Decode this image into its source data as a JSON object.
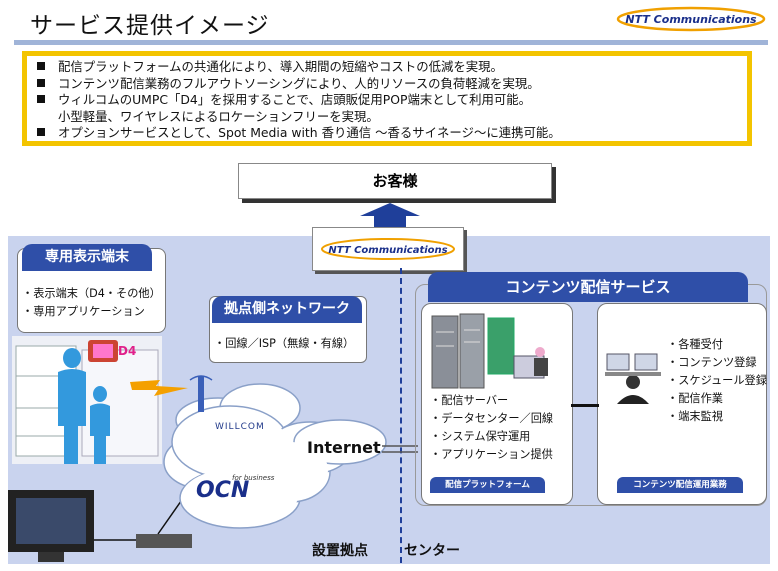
{
  "header": {
    "title": "サービス提供イメージ",
    "logo_text": "NTT Communications"
  },
  "summary": {
    "bullets": [
      "配信プラットフォームの共通化により、導入期間の短縮やコストの低減を実現。",
      "コンテンツ配信業務のフルアウトソーシングにより、人的リソースの負荷軽減を実現。",
      "ウィルコムのUMPC「D4」を採用することで、店頭販促用POP端末として利用可能。",
      "オプションサービスとして、Spot Media with 香り通信 ～香るサイネージ～に連携可能。"
    ],
    "continuation": "小型軽量、ワイヤレスによるロケーションフリーを実現。"
  },
  "customer": {
    "label": "お客様"
  },
  "provider": {
    "logo_text": "NTT Communications"
  },
  "display_terminal": {
    "title": "専用表示端末",
    "items": [
      "・表示端末（D4・その他）",
      "・専用アプリケーション"
    ],
    "device_label": "D4"
  },
  "site_network": {
    "title": "拠点側ネットワーク",
    "items": [
      "・回線／ISP（無線・有線）"
    ],
    "carrier_label": "WILLCOM",
    "isp_label": "OCN",
    "isp_sub": "for business",
    "internet_label": "Internet"
  },
  "content_service": {
    "title": "コンテンツ配信サービス",
    "platform": {
      "items": [
        "・配信サーバー",
        "・データセンター／回線",
        "・システム保守運用",
        "・アプリケーション提供"
      ],
      "tag": "配信プラットフォーム"
    },
    "operations": {
      "items": [
        "・各種受付",
        "・コンテンツ登録",
        "・スケジュール登録",
        "・配信作業",
        "・端末監視"
      ],
      "tag": "コンテンツ配信運用業務"
    }
  },
  "footer": {
    "left": "設置拠点",
    "right": "センター"
  },
  "colors": {
    "accent": "#2f4fa8",
    "border": "#f3c400",
    "panel": "#c9d3ee"
  }
}
